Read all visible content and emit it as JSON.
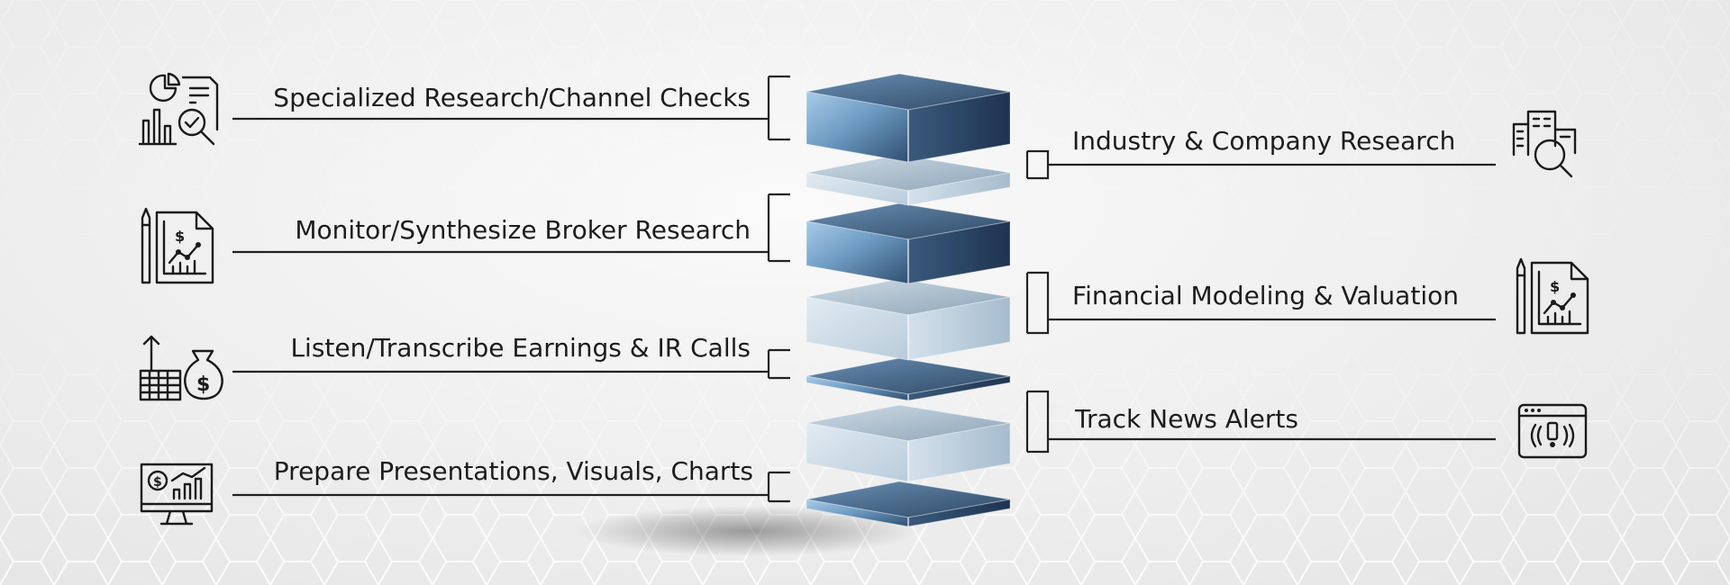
{
  "left_items": [
    {
      "label": "Specialized Research/Channel Checks",
      "icon": "report-magnifier-icon"
    },
    {
      "label": "Monitor/Synthesize Broker Research",
      "icon": "financial-report-icon"
    },
    {
      "label": "Listen/Transcribe Earnings & IR Calls",
      "icon": "money-bag-growth-icon"
    },
    {
      "label": "Prepare Presentations, Visuals, Charts",
      "icon": "dashboard-monitor-icon"
    }
  ],
  "right_items": [
    {
      "label": "Industry & Company Research",
      "icon": "building-search-icon"
    },
    {
      "label": "Financial Modeling & Valuation",
      "icon": "financial-report-icon"
    },
    {
      "label": "Track News Alerts",
      "icon": "alert-window-icon"
    }
  ],
  "colors": {
    "block_dark": "#3f5f80",
    "block_light": "#c4d6e6",
    "line": "#222222"
  }
}
